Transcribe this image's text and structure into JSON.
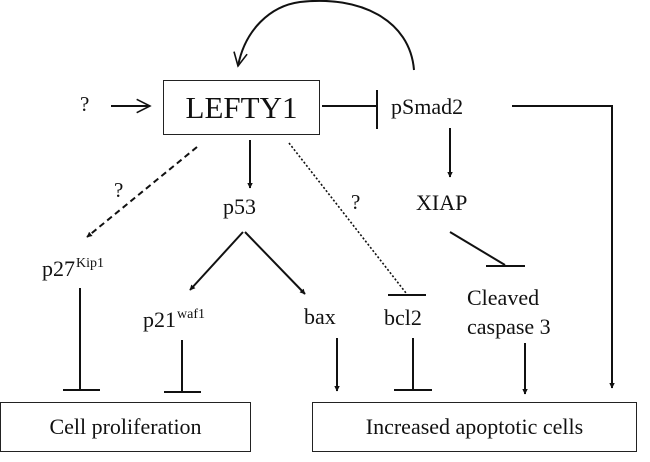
{
  "nodes": {
    "lefty1": "LEFTY1",
    "psmad2": "pSmad2",
    "p53": "p53",
    "xiap": "XIAP",
    "p27": {
      "base": "p27",
      "sup": "Kip1"
    },
    "p21": {
      "base": "p21",
      "sup": "waf1"
    },
    "bax": "bax",
    "bcl2": "bcl2",
    "cleaved_caspase3": [
      "Cleaved",
      "caspase 3"
    ],
    "cell_proliferation": "Cell proliferation",
    "increased_apoptotic_cells": "Increased apoptotic cells"
  },
  "unknown_marks": {
    "input_to_lefty1": "?",
    "lefty1_to_p27": "?",
    "lefty1_to_bcl2": "?"
  },
  "edges": [
    {
      "from": "?",
      "to": "LEFTY1",
      "type": "activation",
      "style": "solid"
    },
    {
      "from": "pSmad2",
      "to": "LEFTY1",
      "type": "activation",
      "style": "solid",
      "shape": "curved feedback"
    },
    {
      "from": "LEFTY1",
      "to": "pSmad2",
      "type": "inhibition",
      "style": "solid"
    },
    {
      "from": "LEFTY1",
      "to": "p53",
      "type": "activation",
      "style": "solid"
    },
    {
      "from": "LEFTY1",
      "to": "p27Kip1",
      "type": "activation",
      "style": "dashed",
      "uncertain": true
    },
    {
      "from": "LEFTY1",
      "to": "bcl2",
      "type": "inhibition",
      "style": "dotted",
      "uncertain": true
    },
    {
      "from": "pSmad2",
      "to": "XIAP",
      "type": "activation",
      "style": "solid"
    },
    {
      "from": "pSmad2",
      "to": "Increased apoptotic cells",
      "type": "activation",
      "style": "solid"
    },
    {
      "from": "XIAP",
      "to": "Cleaved caspase 3",
      "type": "inhibition",
      "style": "solid"
    },
    {
      "from": "p53",
      "to": "p21waf1",
      "type": "activation",
      "style": "solid"
    },
    {
      "from": "p53",
      "to": "bax",
      "type": "activation",
      "style": "solid"
    },
    {
      "from": "p27Kip1",
      "to": "Cell proliferation",
      "type": "inhibition",
      "style": "solid"
    },
    {
      "from": "p21waf1",
      "to": "Cell proliferation",
      "type": "inhibition",
      "style": "solid"
    },
    {
      "from": "bax",
      "to": "Increased apoptotic cells",
      "type": "activation",
      "style": "solid"
    },
    {
      "from": "bcl2",
      "to": "Increased apoptotic cells",
      "type": "inhibition",
      "style": "solid"
    },
    {
      "from": "Cleaved caspase 3",
      "to": "Increased apoptotic cells",
      "type": "activation",
      "style": "solid"
    }
  ]
}
